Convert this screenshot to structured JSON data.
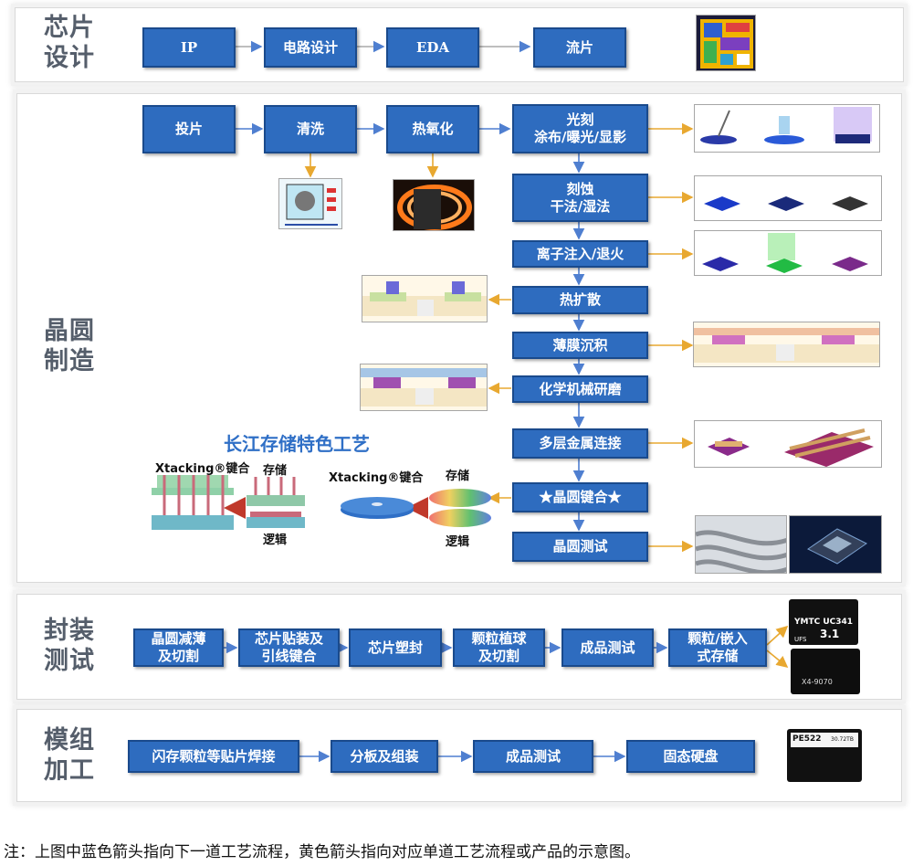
{
  "sections": {
    "design": "芯片\n设计",
    "wafer": "晶圆\n制造",
    "package": "封装\n测试",
    "module": "模组\n加工"
  },
  "design_steps": [
    "IP",
    "电路设计",
    "EDA",
    "流片"
  ],
  "wafer_top_steps": [
    "投片",
    "清洗",
    "热氧化"
  ],
  "wafer_main_steps": [
    "光刻\n涂布/曝光/显影",
    "刻蚀\n干法/湿法",
    "离子注入/退火",
    "热扩散",
    "薄膜沉积",
    "化学机械研磨",
    "多层金属连接",
    "★晶圆键合★",
    "晶圆测试"
  ],
  "ymtc_feature": {
    "title": "长江存储特色工艺",
    "bonded_label": "Xtacking®键合",
    "wafer_label": "Xtacking®键合",
    "storage_label_1": "存储",
    "logic_label_1": "逻辑",
    "storage_label_2": "存储",
    "logic_label_2": "逻辑"
  },
  "package_steps": [
    "晶圆减薄\n及切割",
    "芯片贴装及\n引线键合",
    "芯片塑封",
    "颗粒植球\n及切割",
    "成品测试",
    "颗粒/嵌入\n式存储"
  ],
  "package_products": {
    "chip1_brand": "YMTC UC341",
    "chip1_version": "3.1",
    "chip1_sub": "UFS",
    "chip2_model": "X4-9070"
  },
  "module_steps": [
    "闪存颗粒等贴片焊接",
    "分板及组装",
    "成品测试",
    "固态硬盘"
  ],
  "module_product": {
    "ssd_model": "PE522",
    "ssd_capacity": "30.72TB"
  },
  "footnote": "注：上图中蓝色箭头指向下一道工艺流程，黄色箭头指向对应单道工艺流程或产品的示意图。",
  "colors": {
    "box_fill": "#2e6cbf",
    "box_border": "#1a4a8c",
    "blue_arrow": "#4f7fd0",
    "yellow_arrow": "#e8a830",
    "section_text": "#555e6b"
  }
}
